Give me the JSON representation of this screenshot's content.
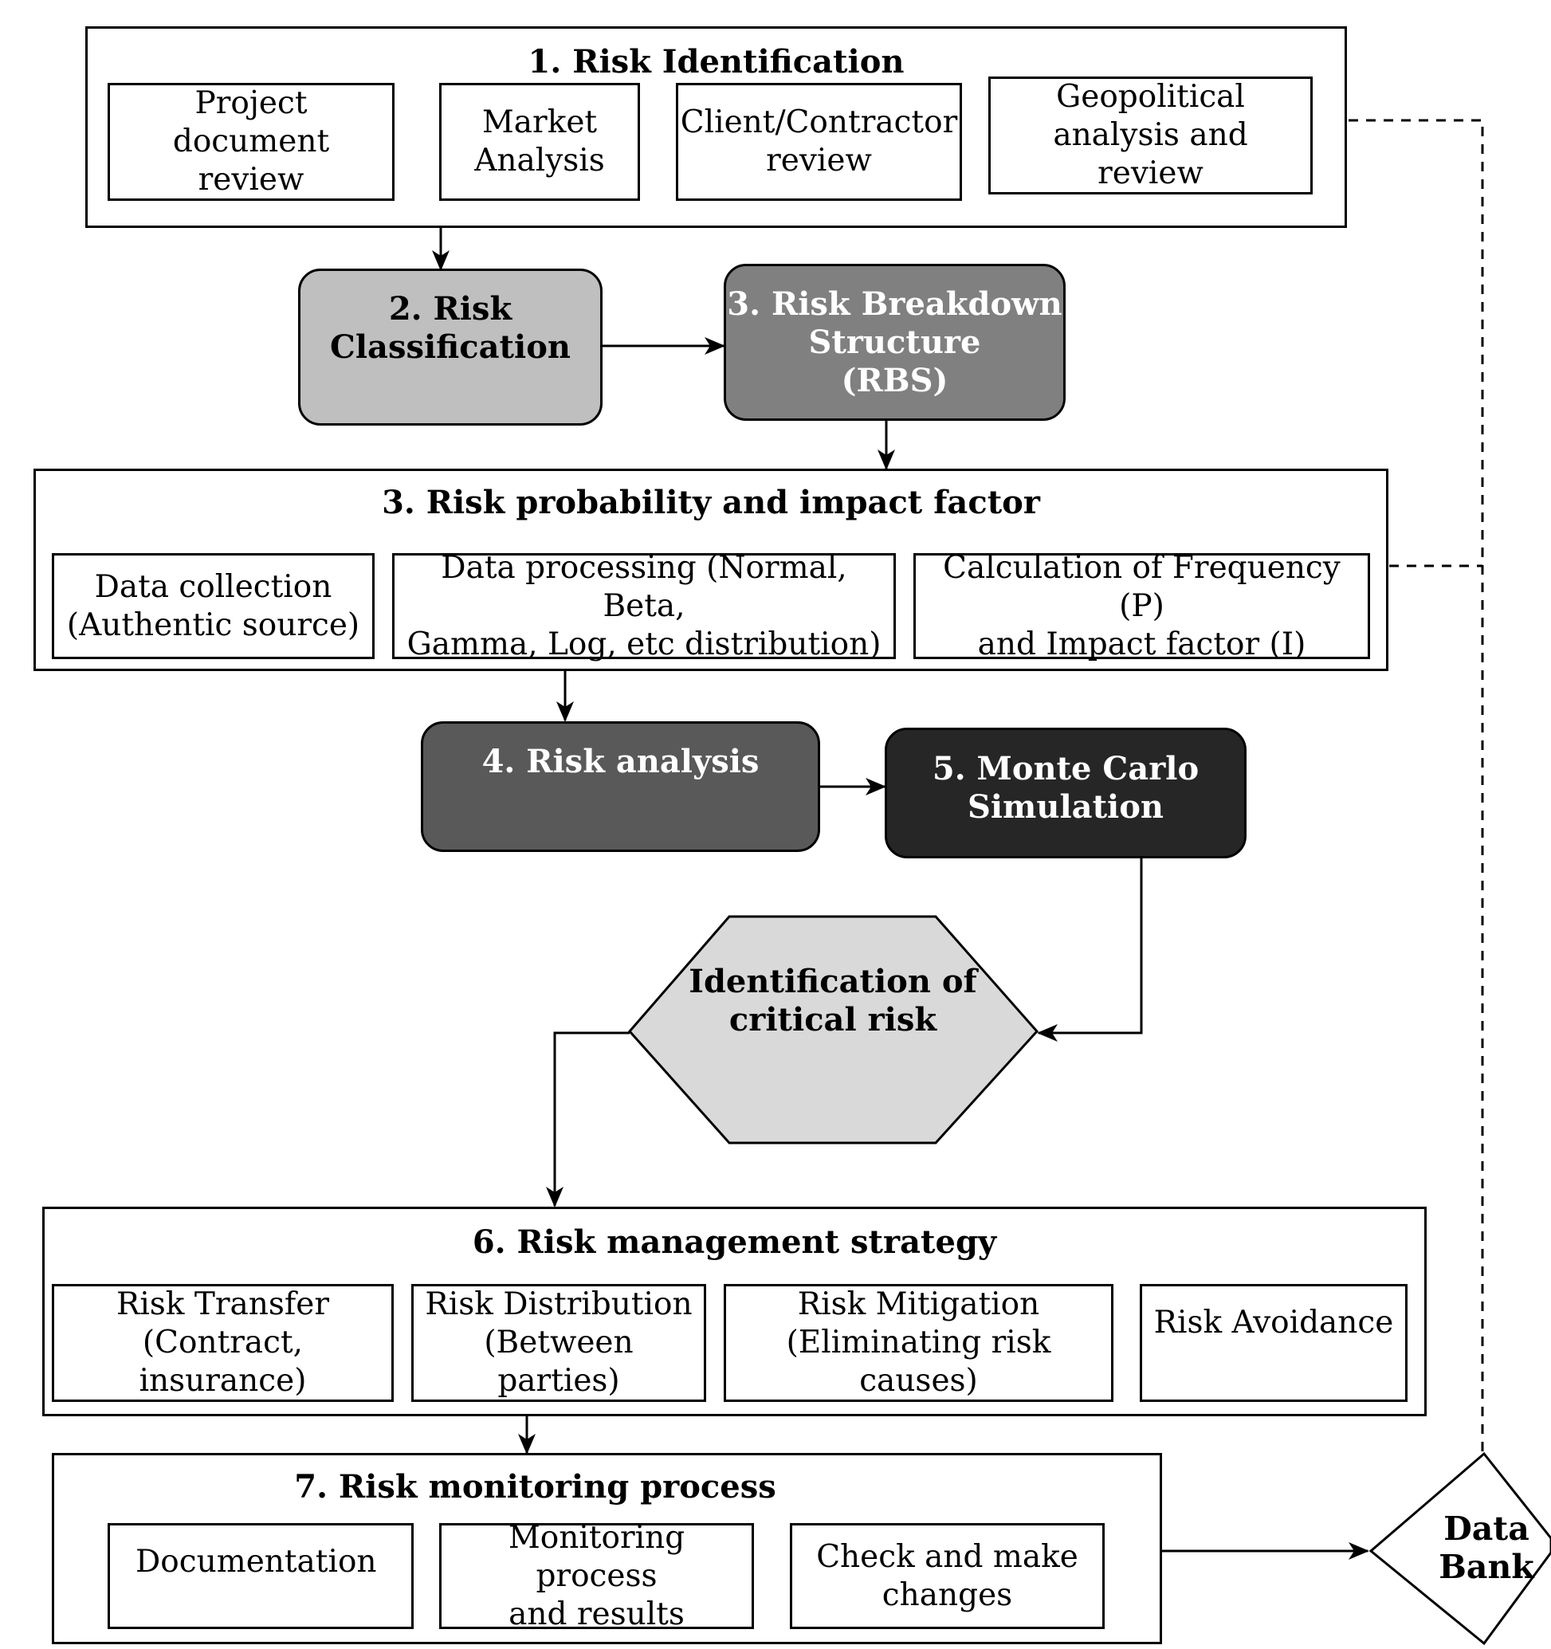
{
  "stages": {
    "risk_identification": {
      "title": "1. Risk Identification",
      "items": [
        "Project document\nreview",
        "Market\nAnalysis",
        "Client/Contractor\nreview",
        "Geopolitical\nanalysis and review"
      ]
    },
    "risk_classification": {
      "label": "2. Risk\nClassification",
      "fill": "#bfbfbf"
    },
    "rbs": {
      "label": "3. Risk Breakdown\nStructure\n(RBS)",
      "fill": "#808080"
    },
    "probability_impact": {
      "title": "3. Risk probability and impact factor",
      "items": [
        "Data collection\n(Authentic source)",
        "Data processing (Normal, Beta,\nGamma, Log, etc distribution)",
        "Calculation of Frequency (P)\nand Impact factor (I)"
      ]
    },
    "risk_analysis": {
      "label": "4.  Risk analysis",
      "fill": "#595959"
    },
    "monte_carlo": {
      "label": "5. Monte Carlo\nSimulation",
      "fill": "#262626"
    },
    "critical_risk": {
      "label": "Identification of\ncritical risk",
      "fill": "#d9d9d9"
    },
    "management_strategy": {
      "title": "6. Risk management strategy",
      "items": [
        "Risk Transfer\n(Contract, insurance)",
        "Risk Distribution\n(Between parties)",
        "Risk Mitigation\n(Eliminating risk causes)",
        "Risk Avoidance"
      ]
    },
    "monitoring": {
      "title": "7. Risk monitoring process",
      "items": [
        "Documentation",
        "Monitoring process\nand results",
        "Check and make\nchanges"
      ]
    },
    "data_bank": {
      "label": "Data\nBank"
    }
  }
}
